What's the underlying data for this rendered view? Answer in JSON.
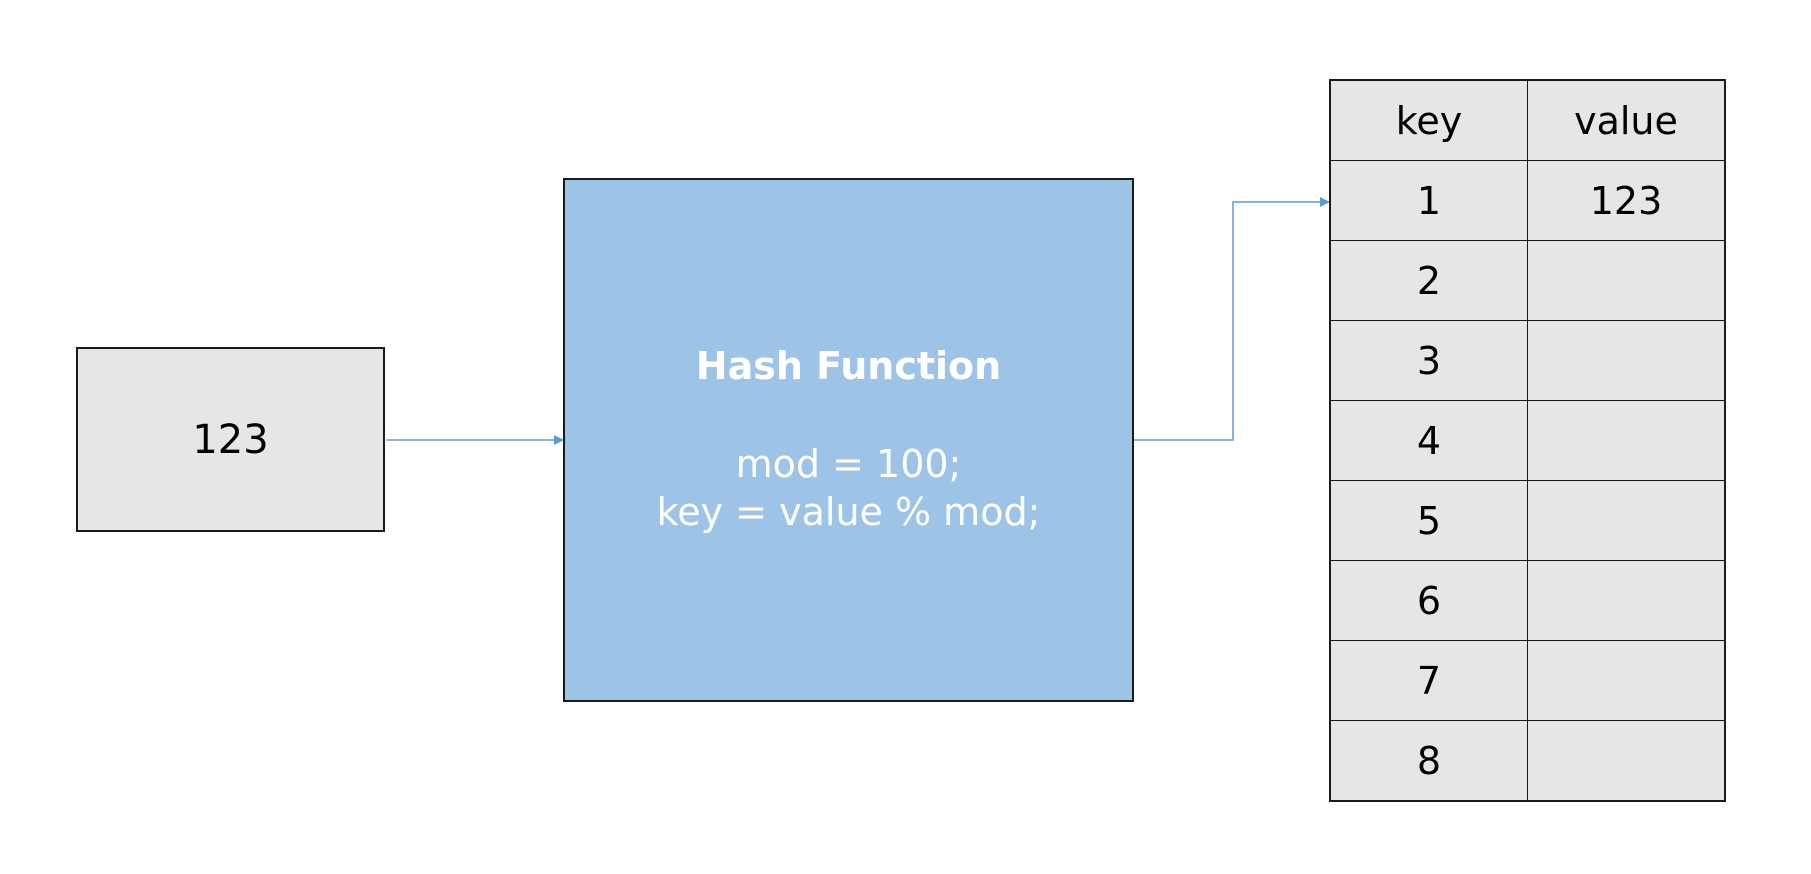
{
  "input": {
    "value": "123"
  },
  "hash_function": {
    "title": "Hash Function",
    "lines": [
      "mod = 100;",
      "key = value % mod;"
    ]
  },
  "table": {
    "headers": [
      "key",
      "value"
    ],
    "rows": [
      [
        "1",
        "123"
      ],
      [
        "2",
        ""
      ],
      [
        "3",
        ""
      ],
      [
        "4",
        ""
      ],
      [
        "5",
        ""
      ],
      [
        "6",
        ""
      ],
      [
        "7",
        ""
      ],
      [
        "8",
        ""
      ]
    ]
  },
  "colors": {
    "arrow": "#5b9bd5",
    "hash_fill": "#9dc3e6",
    "box_fill": "#e6e6e6"
  }
}
